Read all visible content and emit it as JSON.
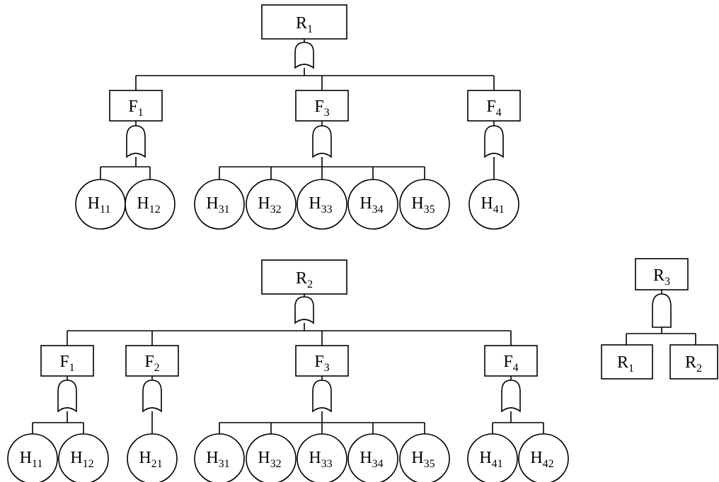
{
  "trees": {
    "r1": {
      "top": {
        "base": "R",
        "sub": "1"
      },
      "gate": "or",
      "branches": [
        {
          "label": {
            "base": "F",
            "sub": "1"
          },
          "gate": "or",
          "leaves": [
            {
              "base": "H",
              "sub": "11"
            },
            {
              "base": "H",
              "sub": "12"
            }
          ]
        },
        {
          "label": {
            "base": "F",
            "sub": "3"
          },
          "gate": "or",
          "leaves": [
            {
              "base": "H",
              "sub": "31"
            },
            {
              "base": "H",
              "sub": "32"
            },
            {
              "base": "H",
              "sub": "33"
            },
            {
              "base": "H",
              "sub": "34"
            },
            {
              "base": "H",
              "sub": "35"
            }
          ]
        },
        {
          "label": {
            "base": "F",
            "sub": "4"
          },
          "gate": "or",
          "leaves": [
            {
              "base": "H",
              "sub": "41"
            }
          ]
        }
      ]
    },
    "r2": {
      "top": {
        "base": "R",
        "sub": "2"
      },
      "gate": "or",
      "branches": [
        {
          "label": {
            "base": "F",
            "sub": "1"
          },
          "gate": "or",
          "leaves": [
            {
              "base": "H",
              "sub": "11"
            },
            {
              "base": "H",
              "sub": "12"
            }
          ]
        },
        {
          "label": {
            "base": "F",
            "sub": "2"
          },
          "gate": "or",
          "leaves": [
            {
              "base": "H",
              "sub": "21"
            }
          ]
        },
        {
          "label": {
            "base": "F",
            "sub": "3"
          },
          "gate": "or",
          "leaves": [
            {
              "base": "H",
              "sub": "31"
            },
            {
              "base": "H",
              "sub": "32"
            },
            {
              "base": "H",
              "sub": "33"
            },
            {
              "base": "H",
              "sub": "34"
            },
            {
              "base": "H",
              "sub": "35"
            }
          ]
        },
        {
          "label": {
            "base": "F",
            "sub": "4"
          },
          "gate": "or",
          "leaves": [
            {
              "base": "H",
              "sub": "41"
            },
            {
              "base": "H",
              "sub": "42"
            }
          ]
        }
      ]
    },
    "r3": {
      "top": {
        "base": "R",
        "sub": "3"
      },
      "gate": "and",
      "children": [
        {
          "base": "R",
          "sub": "1"
        },
        {
          "base": "R",
          "sub": "2"
        }
      ]
    }
  }
}
